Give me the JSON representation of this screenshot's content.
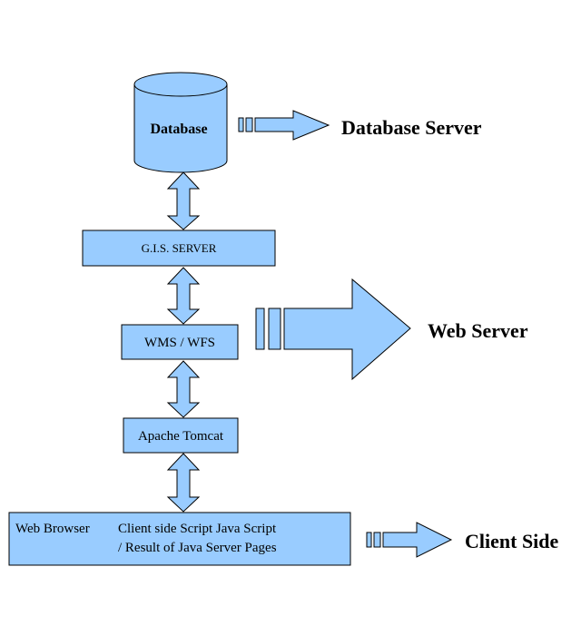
{
  "colors": {
    "fill": "#99ccff",
    "stroke": "#000000",
    "background": "#ffffff"
  },
  "nodes": {
    "database": {
      "label": "Database"
    },
    "gis_server": {
      "label": "G.I.S. SERVER"
    },
    "wms_wfs": {
      "label": "WMS / WFS"
    },
    "apache_tomcat": {
      "label": "Apache Tomcat"
    },
    "web_browser": {
      "label": "Web Browser",
      "detail_line1": "Client side Script Java Script",
      "detail_line2": "/ Result of Java Server Pages"
    }
  },
  "tiers": {
    "database_server": "Database Server",
    "web_server": "Web Server",
    "client_side": "Client Side"
  }
}
